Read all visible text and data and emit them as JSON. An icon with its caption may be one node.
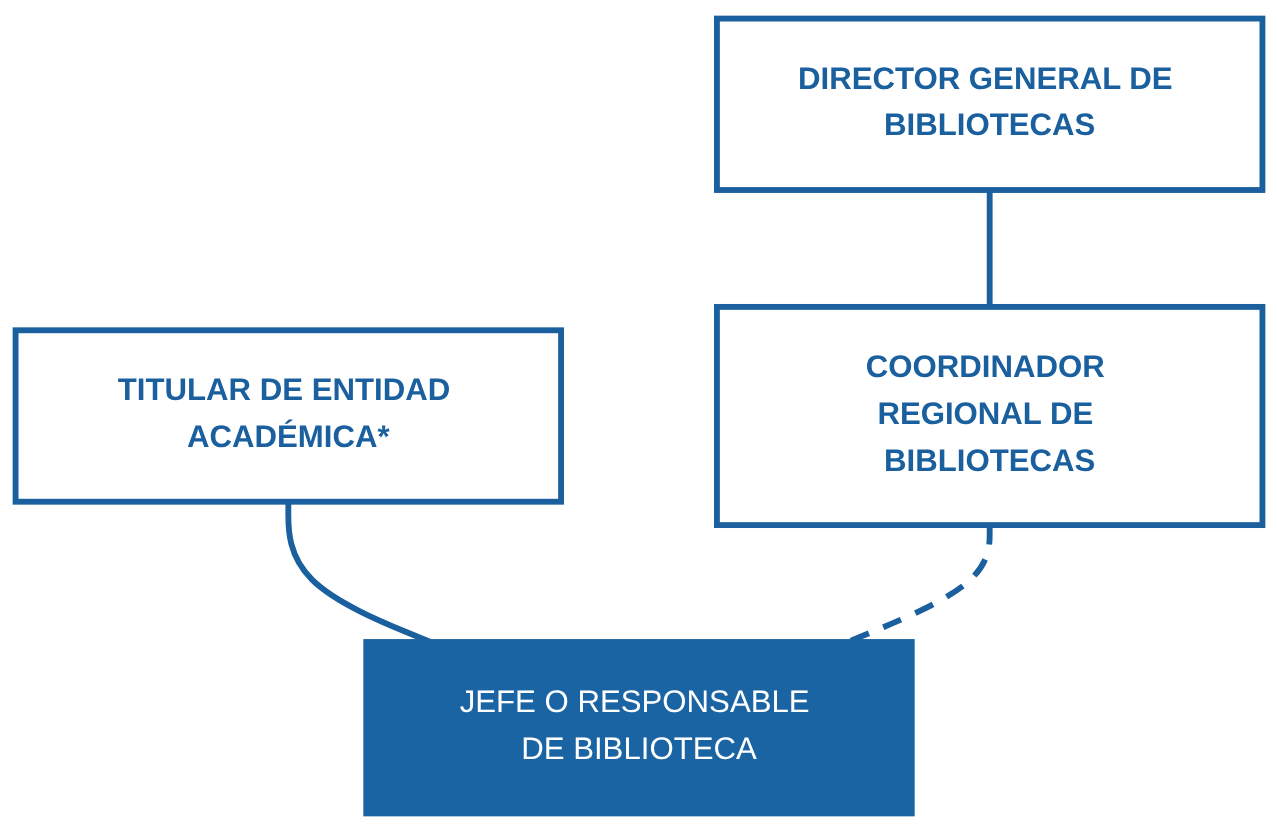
{
  "diagram": {
    "nodes": [
      {
        "text": [
          "TITULAR DE ENTIDAD ACADÉMICA*"
        ]
      },
      {
        "text": [
          "DIRECTOR GENERAL DE BIBLIOTECAS"
        ]
      },
      {
        "text": [
          "COORDINADOR REGIONAL DE BIBLIOTECAS"
        ]
      },
      {
        "text": [
          "JEFE O RESPONSABLE DE BIBLIOTECA"
        ]
      }
    ],
    "edges": [
      {
        "from": 0,
        "to": 3,
        "arrow": "none"
      },
      {
        "from": 1,
        "to": 2,
        "arrow": "none"
      },
      {
        "from": 2,
        "to": 3,
        "arrow": "none",
        "style": "dashed"
      }
    ]
  }
}
